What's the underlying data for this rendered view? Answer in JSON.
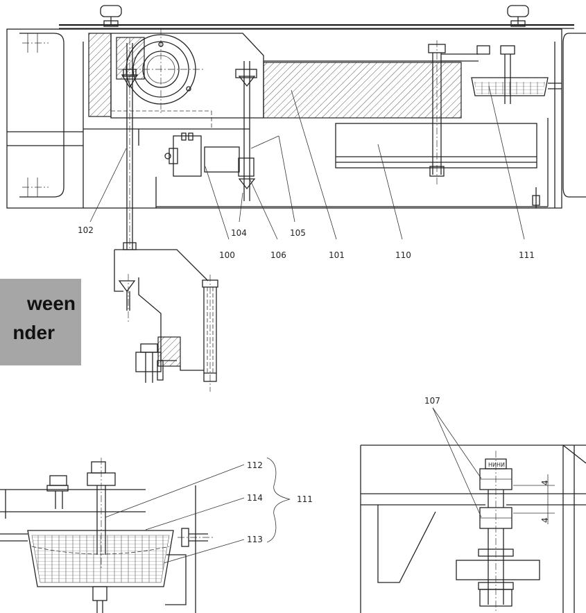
{
  "banner": {
    "line1": "ween",
    "line2": "nder"
  },
  "labels": {
    "l102": "102",
    "l100": "100",
    "l104": "104",
    "l106": "106",
    "l105": "105",
    "l101": "101",
    "l110": "110",
    "l111_top": "111",
    "l107": "107",
    "l112": "112",
    "l114": "114",
    "l113": "113",
    "l111_bottom": "111",
    "dim_upper": "4",
    "dim_lower": "4",
    "nut_text": "НИНИ"
  },
  "colors": {
    "banner_bg": "#a6a6a6",
    "line": "#222222"
  }
}
